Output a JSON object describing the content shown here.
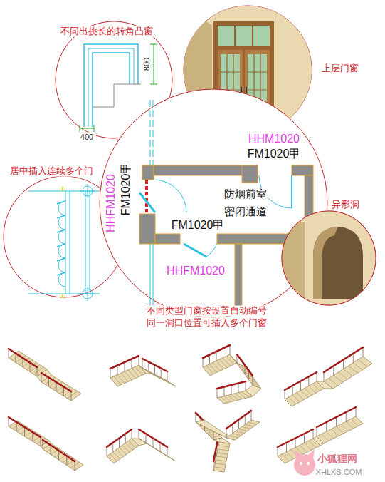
{
  "diagram": {
    "labels": [
      "不同出挑长的转角凸窗",
      "800",
      "上层门窗",
      "400",
      "HHM1020",
      "FM1020甲",
      "居中插入连续多个门",
      "HHFM1020",
      "FM1020甲",
      "防烟前室",
      "密闭通道",
      "异形洞",
      "FM1020甲",
      "HHFM1020",
      "不同类型门窗按设置自动编号",
      "同一洞口位置可插入多个门窗",
      "小狐狸网",
      "XHLKS.COM"
    ]
  }
}
